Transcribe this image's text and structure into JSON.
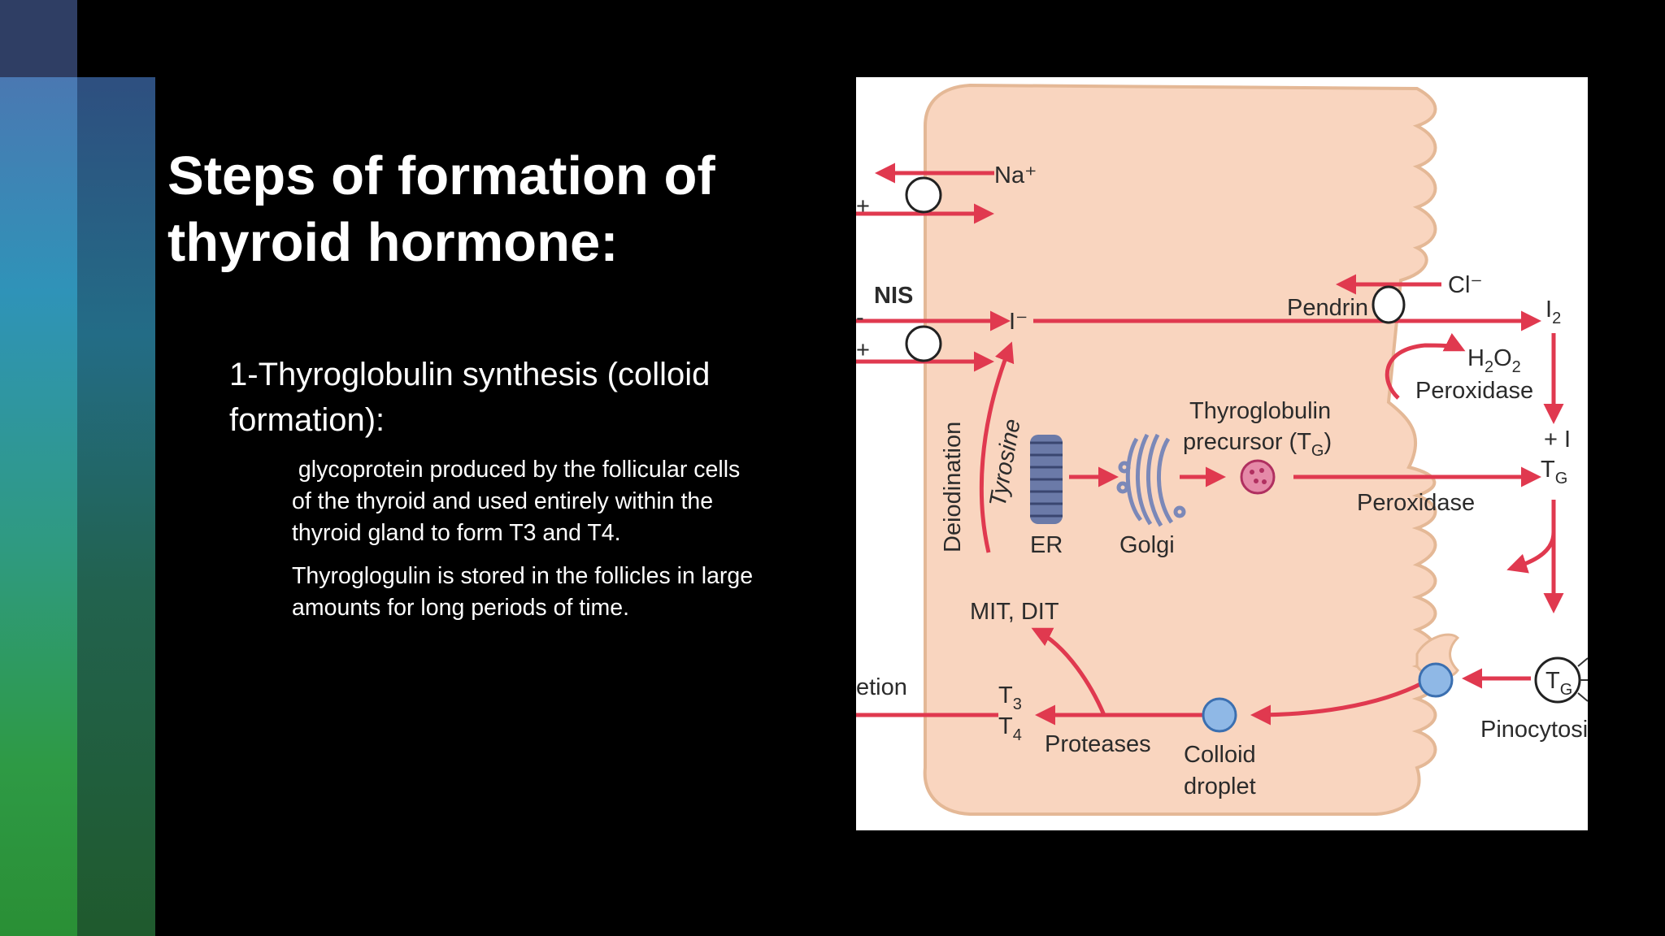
{
  "slide": {
    "title_line1": "Steps of formation of",
    "title_line2": "thyroid hormone:",
    "subheading_line1": "1-Thyroglobulin synthesis (colloid",
    "subheading_line2": "formation):",
    "paragraphs": [
      {
        "line1": " glycoprotein produced by the follicular cells",
        "line2": "of the thyroid and used entirely within the",
        "line3": "thyroid gland to form T3 and T4."
      },
      {
        "line1": "Thyroglogulin is stored in the follicles in large",
        "line2": "amounts for long periods of time."
      }
    ]
  },
  "diagram": {
    "labels": {
      "na_plus": "Na⁺",
      "k_plus_top": "+",
      "nis": "NIS",
      "i_left": "-",
      "k_plus_mid": "+",
      "i_minus": "I⁻",
      "cl_minus": "Cl⁻",
      "pendrin": "Pendrin",
      "i2": "I",
      "i2_sub": "2",
      "h2o2_h": "H",
      "h2o2_sub1": "2",
      "h2o2_o": "O",
      "h2o2_sub2": "2",
      "peroxidase_top": "Peroxidase",
      "plus_i": "+ I",
      "tg": "T",
      "tg_sub": "G",
      "peroxidase_mid": "Peroxidase",
      "thyroglobulin": "Thyroglobulin",
      "precursor": "precursor (T",
      "precursor_sub": "G",
      "precursor_close": ")",
      "deiodination": "Deiodination",
      "tyrosine": "Tyrosine",
      "er": "ER",
      "golgi": "Golgi",
      "mit_dit": "MIT, DIT",
      "secretion": "etion",
      "t3": "T",
      "t3_sub": "3",
      "t4": "T",
      "t4_sub": "4",
      "proteases": "Proteases",
      "colloid": "Colloid",
      "droplet": "droplet",
      "tg_circle": "T",
      "tg_circle_sub": "G",
      "pinocytosis": "Pinocytosi"
    },
    "colors": {
      "cell_fill": "#f9d5bf",
      "cell_stroke": "#e4b896",
      "arrow": "#e0394f",
      "transporter_fill": "#ffffff",
      "droplet_fill": "#8fb8e6",
      "organelle": "#6b7aa8",
      "tg_precursor_fill": "#e58aa8"
    }
  }
}
